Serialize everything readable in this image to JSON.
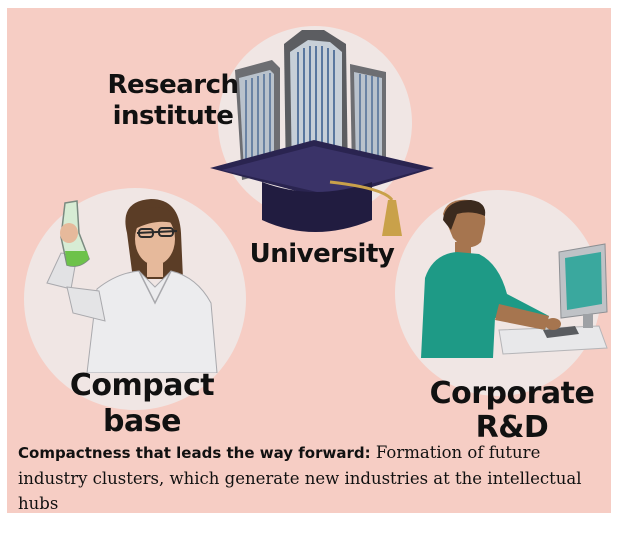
{
  "labels": {
    "research_line1": "Research",
    "research_line2": "institute",
    "university": "University",
    "compact_line1": "Compact",
    "compact_line2": "base",
    "corporate_line1": "Corporate",
    "corporate_line2": "R&D"
  },
  "caption": {
    "bold": "Compactness that leads the way forward:",
    "text": " Formation of future industry clusters, which generate new industries at the intellectual hubs"
  },
  "icons": [
    "building-graduation-cap-icon",
    "scientist-flask-icon",
    "researcher-computer-icon"
  ],
  "colors": {
    "panel": "#f6cdc4",
    "circle": "#f0e6e4",
    "cap": "#2a2450",
    "shirt": "#1e9a86",
    "monitor": "#3aa89e"
  }
}
